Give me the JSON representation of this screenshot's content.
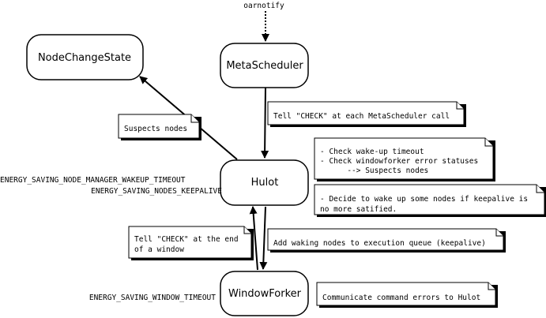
{
  "nodes": {
    "node_change_state": "NodeChangeState",
    "meta_scheduler": "MetaScheduler",
    "hulot": "Hulot",
    "window_forker": "WindowForker"
  },
  "source_label": "oarnotify",
  "notes": {
    "tell_check_meta": [
      "Tell \"CHECK\" at each MetaScheduler call"
    ],
    "suspects_nodes": [
      "Suspects nodes"
    ],
    "checks": [
      "- Check wake-up timeout",
      "- Check windowforker error statuses",
      "      --> Suspects nodes"
    ],
    "decide_wake": [
      "- Decide to wake up some nodes if keepalive is",
      "no more satified."
    ],
    "tell_check_window": [
      "Tell \"CHECK\" at the end",
      "of a window"
    ],
    "add_waking": [
      "Add waking nodes to execution queue (keepalive)"
    ],
    "communicate_errors": [
      "Communicate command errors to Hulot"
    ]
  },
  "config_labels": {
    "wakeup_timeout": "ENERGY_SAVING_NODE_MANAGER_WAKEUP_TIMEOUT",
    "nodes_keepalive": "ENERGY_SAVING_NODES_KEEPALIVE",
    "window_timeout": "ENERGY_SAVING_WINDOW_TIMEOUT"
  },
  "colors": {
    "stroke": "#000000",
    "background": "#ffffff"
  }
}
